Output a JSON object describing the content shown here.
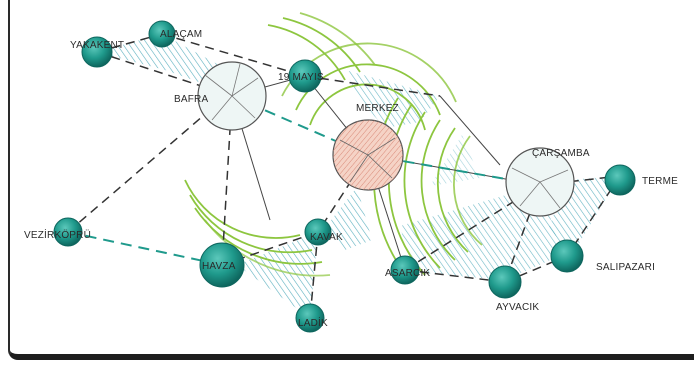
{
  "diagram": {
    "colors": {
      "node_fill": "#1f9a8c",
      "node_dark": "#0f6f66",
      "hub_fill": "#e8f3f2",
      "merkez_fill": "#f1c4b4",
      "hatch": "#4aa7b8",
      "rings": "#8dc63f",
      "dashed_black": "#333333",
      "dashed_teal": "#1f9a8c"
    },
    "labels": {
      "yakakent": "YAKAKENT",
      "alacam": "ALAÇAM",
      "ondokuz_mayis": "19 MAYIS",
      "bafra": "BAFRA",
      "merkez": "MERKEZ",
      "carsamba": "ÇARŞAMBA",
      "terme": "TERME",
      "vezirkopru": "VEZİRKÖPRÜ",
      "havza": "HAVZA",
      "kavak": "KAVAK",
      "asarcik": "ASARCIK",
      "ayvacik": "AYVACIK",
      "salipazari": "SALIPAZARI",
      "ladik": "LADİK"
    }
  }
}
